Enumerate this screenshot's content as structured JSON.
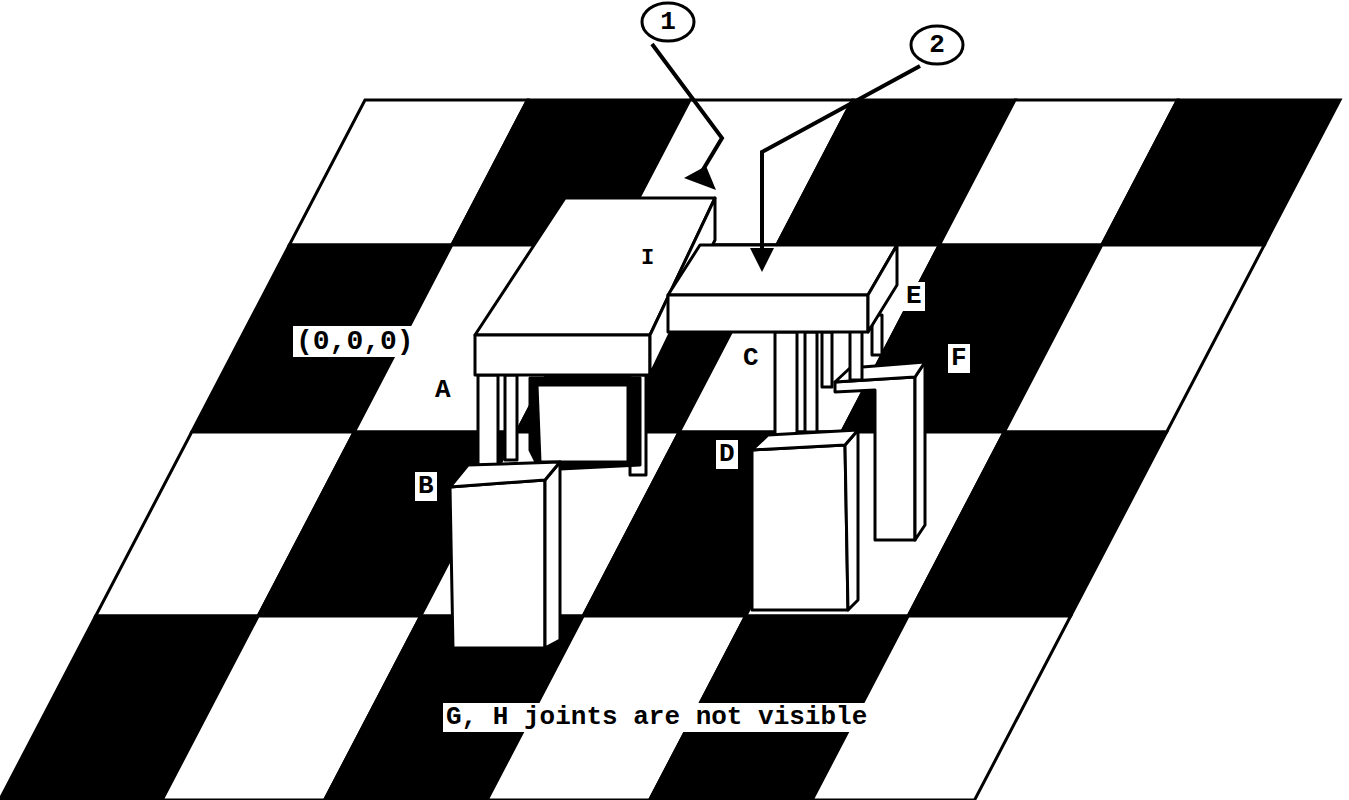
{
  "diagram": {
    "nodes": [
      {
        "text": [
          "1"
        ]
      },
      {
        "text": [
          "2"
        ]
      }
    ],
    "labels": [
      "I",
      "(0,0,0)",
      "A",
      "B",
      "C",
      "D",
      "E",
      "F",
      "G, H joints are not visible"
    ]
  }
}
